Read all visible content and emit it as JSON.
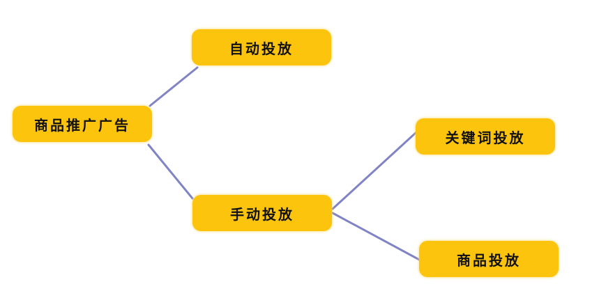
{
  "nodes": {
    "root": "商品推广广告",
    "auto": "自动投放",
    "manual": "手动投放",
    "keyword": "关键词投放",
    "product": "商品投放"
  },
  "colors": {
    "node": "#fcc40c",
    "link": "#8084c4"
  }
}
